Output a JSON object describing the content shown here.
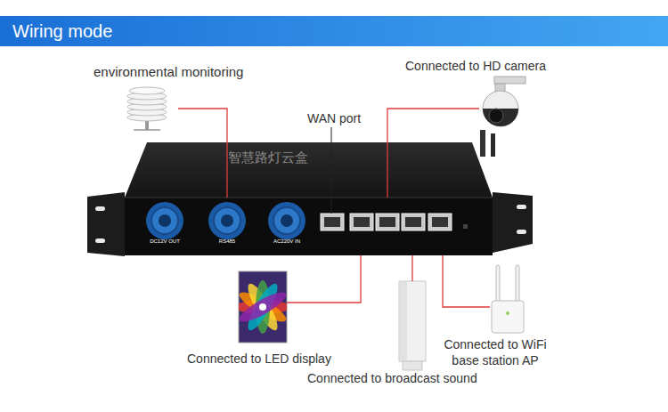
{
  "diagram": {
    "title": "Wiring mode",
    "nodes": [
      {
        "text": [
          "environmental monitoring"
        ]
      },
      {
        "text": [
          "Connected to HD camera"
        ]
      },
      {
        "text": [
          "智慧路灯云盒"
        ]
      },
      {
        "text": [
          "Connected to LED display"
        ]
      },
      {
        "text": [
          "Connected to broadcast sound"
        ]
      },
      {
        "text": [
          "Connected to WiFi base station AP"
        ]
      }
    ],
    "edges": [
      {
        "from": 2,
        "to": 0,
        "arrow": "none"
      },
      {
        "from": 2,
        "to": 1,
        "arrow": "none"
      },
      {
        "from": 2,
        "to": 3,
        "arrow": "none"
      },
      {
        "from": 2,
        "to": 4,
        "arrow": "none"
      },
      {
        "from": 2,
        "to": 5,
        "arrow": "none"
      }
    ],
    "labels": [
      "DC12V OUT",
      "RS485",
      "AC220V IN",
      "WAN port"
    ]
  }
}
